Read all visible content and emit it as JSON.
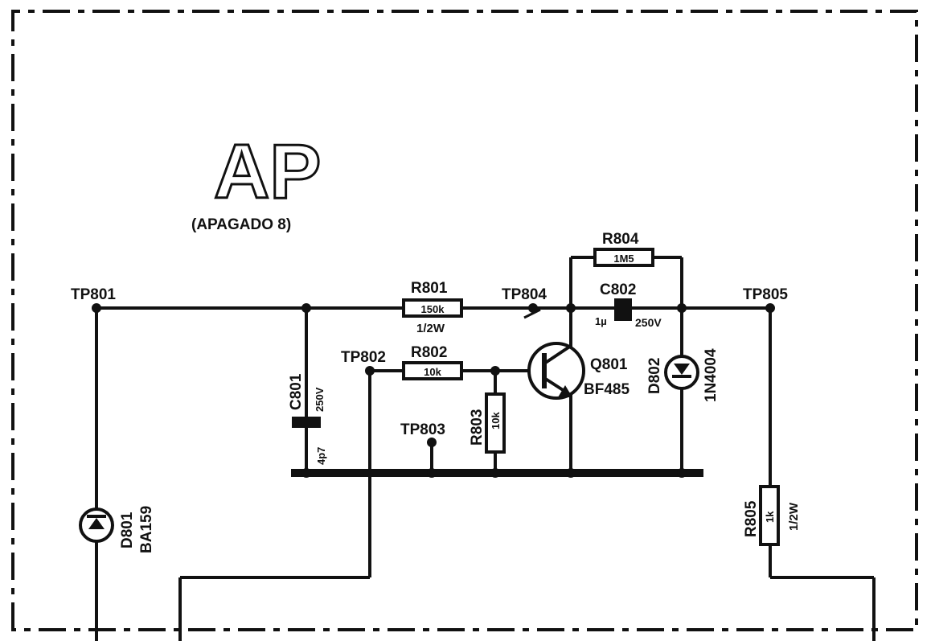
{
  "title": {
    "main": "AP",
    "sub": "(APAGADO 8)"
  },
  "test_points": {
    "tp801": "TP801",
    "tp802": "TP802",
    "tp803": "TP803",
    "tp804": "TP804",
    "tp805": "TP805"
  },
  "components": {
    "r801": {
      "ref": "R801",
      "value": "150k",
      "power": "1/2W"
    },
    "r802": {
      "ref": "R802",
      "value": "10k"
    },
    "r803": {
      "ref": "R803",
      "value": "10k"
    },
    "r804": {
      "ref": "R804",
      "value": "1M5"
    },
    "r805": {
      "ref": "R805",
      "value": "1k",
      "power": "1/2W"
    },
    "c801": {
      "ref": "C801",
      "value": "4p7",
      "voltage": "250V"
    },
    "c802": {
      "ref": "C802",
      "value": "1µ",
      "voltage": "250V"
    },
    "q801": {
      "ref": "Q801",
      "part": "BF485"
    },
    "d801": {
      "ref": "D801",
      "part": "BA159"
    },
    "d802": {
      "ref": "D802",
      "part": "1N4004"
    }
  },
  "colors": {
    "ink": "#111111",
    "background": "#ffffff"
  }
}
